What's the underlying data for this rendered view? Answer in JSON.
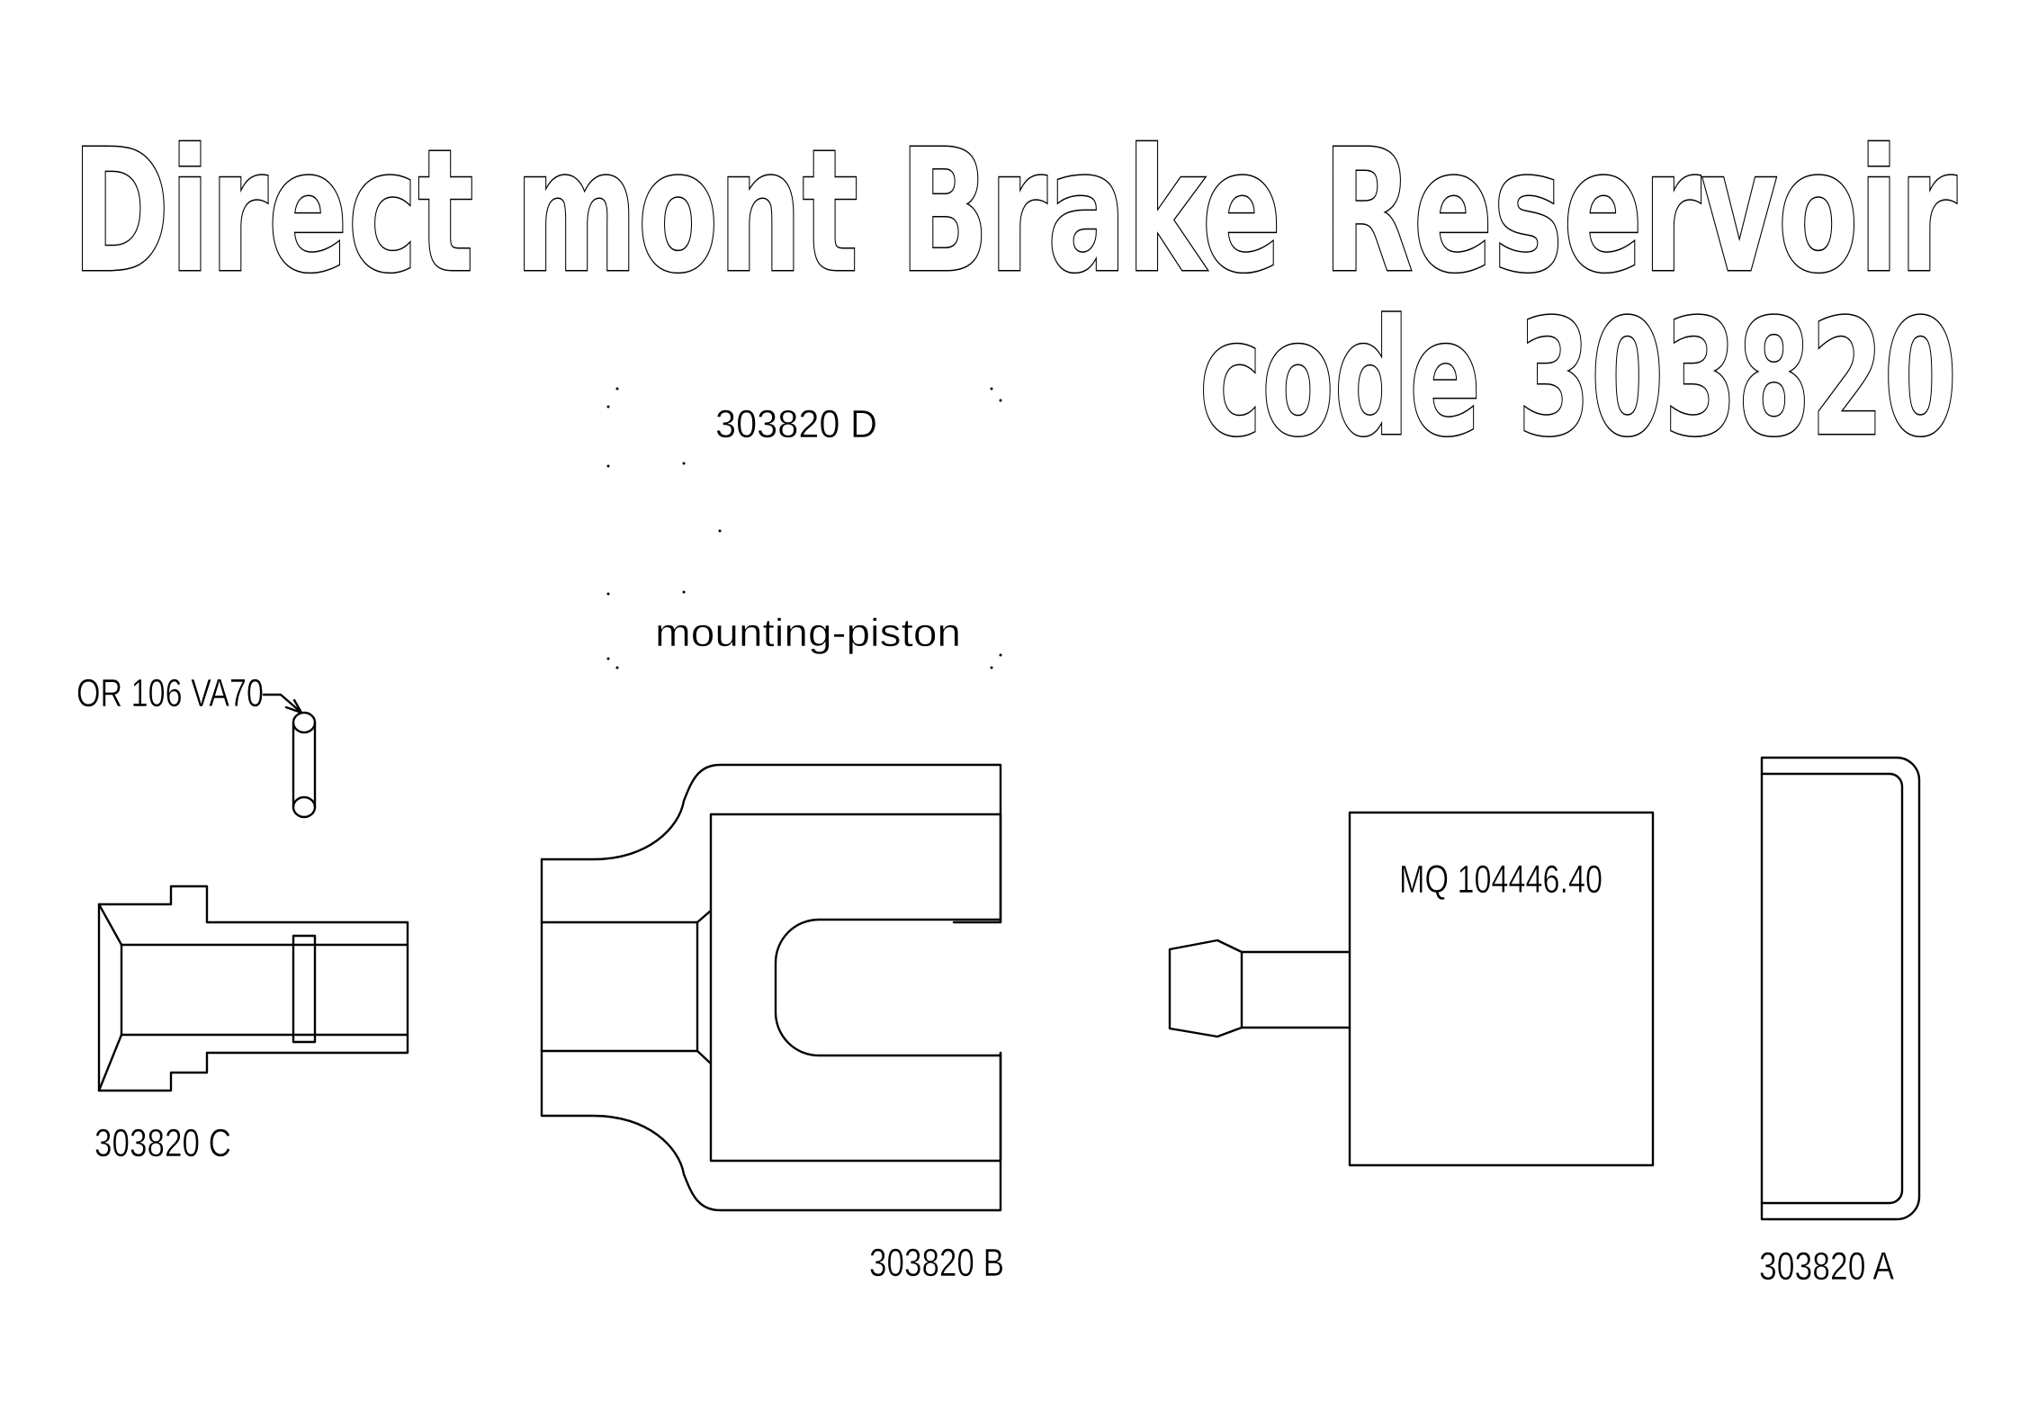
{
  "title": {
    "line1": "Direct mont Brake Reservoir",
    "line2": "code 303820"
  },
  "labels": {
    "part_d": "303820 D",
    "mounting_piston": "mounting-piston",
    "oring": "OR 106 VA70",
    "part_c": "303820 C",
    "part_b": "303820 B",
    "part_a": "303820 A",
    "reservoir_code": "MQ 104446.40"
  }
}
